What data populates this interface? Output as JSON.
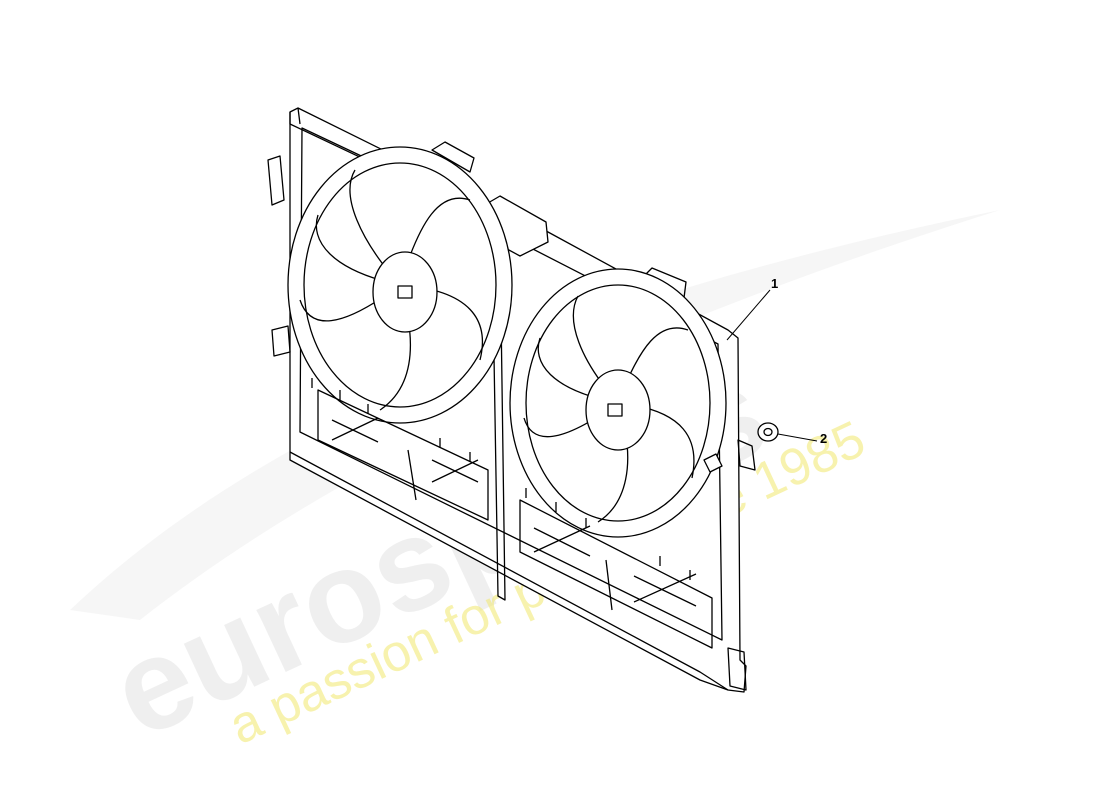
{
  "callouts": [
    {
      "number": "1",
      "part": "fan-shroud-assembly"
    },
    {
      "number": "2",
      "part": "nut"
    }
  ],
  "watermark": {
    "brand": "eurospares",
    "tagline": "a passion for parts since 1985",
    "brand_color": "#d4d4d4",
    "tagline_color": "#f2ea7a"
  },
  "colors": {
    "line": "#000000",
    "background": "#ffffff"
  }
}
